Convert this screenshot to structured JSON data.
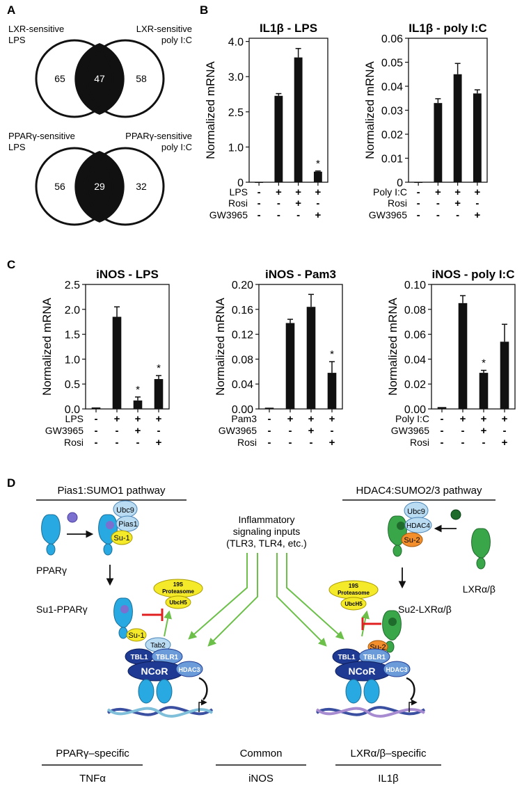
{
  "panel_letters": {
    "a": "A",
    "b": "B",
    "c": "C",
    "d": "D"
  },
  "venn": [
    {
      "left_title_1": "LXR-sensitive",
      "left_title_2": "LPS",
      "right_title_1": "LXR-sensitive",
      "right_title_2": "poly I:C",
      "left_only": "65",
      "overlap": "47",
      "right_only": "58"
    },
    {
      "left_title_1": "PPARγ-sensitive",
      "left_title_2": "LPS",
      "right_title_1": "PPARγ-sensitive",
      "right_title_2": "poly I:C",
      "left_only": "56",
      "overlap": "29",
      "right_only": "32"
    }
  ],
  "chart_data": [
    {
      "type": "bar",
      "title": "IL1β - LPS",
      "ylabel": "Normalized mRNA",
      "ylim": [
        0,
        4.5
      ],
      "yticks": [
        "0",
        "1.0",
        "2.5",
        "3.0",
        "4.0"
      ],
      "ytick_values": [
        0,
        1.1,
        2.2,
        3.3,
        4.4
      ],
      "values": [
        0.0,
        2.7,
        3.9,
        0.33
      ],
      "errors": [
        0,
        0.07,
        0.28,
        0.02
      ],
      "sig": [
        "",
        "",
        "",
        "*"
      ],
      "rows": [
        {
          "label": "LPS",
          "signs": [
            "-",
            "+",
            "+",
            "+"
          ]
        },
        {
          "label": "Rosi",
          "signs": [
            "-",
            "-",
            "+",
            "-"
          ]
        },
        {
          "label": "GW3965",
          "signs": [
            "-",
            "-",
            "-",
            "+"
          ]
        }
      ]
    },
    {
      "type": "bar",
      "title": "IL1β - poly I:C",
      "ylabel": "Normalized mRNA",
      "ylim": [
        0,
        0.06
      ],
      "yticks": [
        "0",
        "0.01",
        "0.02",
        "0.03",
        "0.04",
        "0.05",
        "0.06"
      ],
      "ytick_values": [
        0,
        0.01,
        0.02,
        0.03,
        0.04,
        0.05,
        0.06
      ],
      "values": [
        0.0,
        0.033,
        0.045,
        0.037
      ],
      "errors": [
        0,
        0.0018,
        0.0045,
        0.0015
      ],
      "sig": [
        "",
        "",
        "",
        ""
      ],
      "rows": [
        {
          "label": "Poly I:C",
          "signs": [
            "-",
            "+",
            "+",
            "+"
          ]
        },
        {
          "label": "Rosi",
          "signs": [
            "-",
            "-",
            "+",
            "-"
          ]
        },
        {
          "label": "GW3965",
          "signs": [
            "-",
            "-",
            "-",
            "+"
          ]
        }
      ]
    },
    {
      "type": "bar",
      "title": "iNOS - LPS",
      "ylabel": "Normalized mRNA",
      "ylim": [
        0,
        2.5
      ],
      "yticks": [
        "0.0",
        "0.5",
        "1.0",
        "1.5",
        "2.0",
        "2.5"
      ],
      "ytick_values": [
        0,
        0.5,
        1.0,
        1.5,
        2.0,
        2.5
      ],
      "values": [
        0.03,
        1.85,
        0.17,
        0.6
      ],
      "errors": [
        0,
        0.2,
        0.07,
        0.07
      ],
      "sig": [
        "",
        "",
        "*",
        "*"
      ],
      "rows": [
        {
          "label": "LPS",
          "signs": [
            "-",
            "+",
            "+",
            "+"
          ]
        },
        {
          "label": "GW3965",
          "signs": [
            "-",
            "-",
            "+",
            "-"
          ]
        },
        {
          "label": "Rosi",
          "signs": [
            "-",
            "-",
            "-",
            "+"
          ]
        }
      ]
    },
    {
      "type": "bar",
      "title": "iNOS - Pam3",
      "ylabel": "Normalized mRNA",
      "ylim": [
        0,
        0.2
      ],
      "yticks": [
        "0.00",
        "0.04",
        "0.08",
        "0.12",
        "0.16",
        "0.20"
      ],
      "ytick_values": [
        0,
        0.04,
        0.08,
        0.12,
        0.16,
        0.2
      ],
      "values": [
        0.002,
        0.138,
        0.164,
        0.058
      ],
      "errors": [
        0,
        0.006,
        0.02,
        0.018
      ],
      "sig": [
        "",
        "",
        "",
        "*"
      ],
      "rows": [
        {
          "label": "Pam3",
          "signs": [
            "-",
            "+",
            "+",
            "+"
          ]
        },
        {
          "label": "GW3965",
          "signs": [
            "-",
            "-",
            "+",
            "-"
          ]
        },
        {
          "label": "Rosi",
          "signs": [
            "-",
            "-",
            "-",
            "+"
          ]
        }
      ]
    },
    {
      "type": "bar",
      "title": "iNOS - poly I:C",
      "ylabel": "Normalized mRNA",
      "ylim": [
        0,
        0.1
      ],
      "yticks": [
        "0.00",
        "0.02",
        "0.04",
        "0.06",
        "0.08",
        "0.10"
      ],
      "ytick_values": [
        0,
        0.02,
        0.04,
        0.06,
        0.08,
        0.1
      ],
      "values": [
        0.0015,
        0.085,
        0.029,
        0.054
      ],
      "errors": [
        0,
        0.006,
        0.002,
        0.014
      ],
      "sig": [
        "",
        "",
        "*",
        ""
      ],
      "rows": [
        {
          "label": "Poly I:C",
          "signs": [
            "-",
            "+",
            "+",
            "+"
          ]
        },
        {
          "label": "GW3965",
          "signs": [
            "-",
            "-",
            "+",
            "-"
          ]
        },
        {
          "label": "Rosi",
          "signs": [
            "-",
            "-",
            "-",
            "+"
          ]
        }
      ]
    }
  ],
  "diagram": {
    "left_pathway": "Pias1:SUMO1 pathway",
    "right_pathway": "HDAC4:SUMO2/3 pathway",
    "inputs_1": "Inflammatory",
    "inputs_2": "signaling inputs",
    "inputs_3": "(TLR3, TLR4, etc.)",
    "ubc9": "Ubc9",
    "pias1": "Pias1",
    "su1": "Su-1",
    "hdac4": "HDAC4",
    "su2": "Su-2",
    "pparg": "PPARγ",
    "lxr": "LXRα/β",
    "su1_pparg": "Su1-PPARγ",
    "su2_lxr": "Su2-LXRα/β",
    "proteasome_1": "19S",
    "proteasome_2": "Proteasome",
    "ubch5": "UbcH5",
    "tab2": "Tab2",
    "tbl1": "TBL1",
    "tblr1": "TBLR1",
    "ncor": "NCoR",
    "hdac3": "HDAC3",
    "bottom_left_1": "PPARγ–specific",
    "bottom_left_2": "TNFα",
    "bottom_mid_1": "Common",
    "bottom_mid_2": "iNOS",
    "bottom_right_1": "LXRα/β–specific",
    "bottom_right_2": "IL1β"
  },
  "colors": {
    "ppar_blue": "#29a9e1",
    "lxr_green": "#3aa64a",
    "ubc9_blue": "#b9dcf3",
    "sumo1_yellow": "#f5ea2a",
    "sumo2_orange": "#f28e2b",
    "ncor_navy": "#1f3a93",
    "arrow_green": "#6cc04a",
    "inhibit_red": "#e02020",
    "ligand_purple": "#7b6fcf",
    "ligand_green": "#1f6b2c"
  }
}
